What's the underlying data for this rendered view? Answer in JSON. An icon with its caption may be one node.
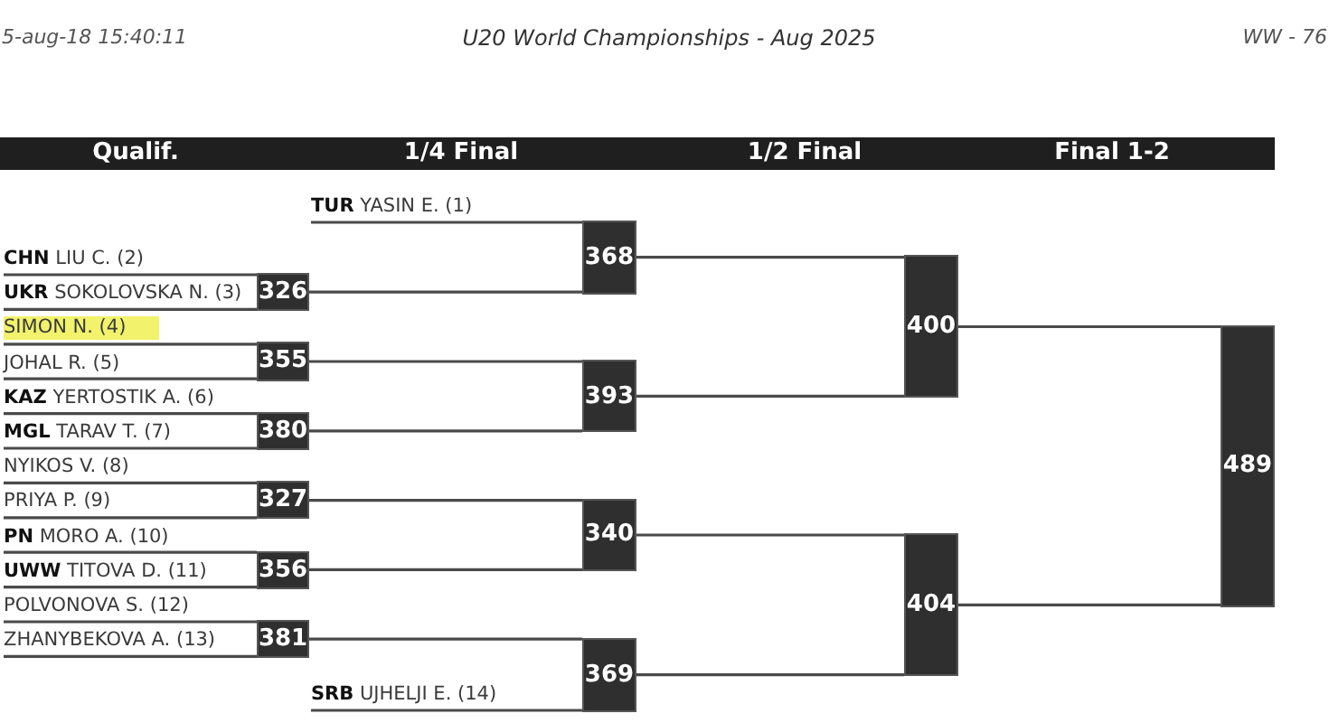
{
  "diagram": {
    "title": "U20 World Championships - Aug 2025",
    "nodes": [
      {
        "text": [
          "**TUR** YASIN E. (1)"
        ]
      },
      {
        "text": [
          "**CHN** LIU C. (2)"
        ]
      },
      {
        "text": [
          "**UKR** SOKOLOVSKA N. (3)"
        ]
      },
      {
        "text": [
          "SIMON N. (4)"
        ]
      },
      {
        "text": [
          "JOHAL R. (5)"
        ]
      },
      {
        "text": [
          "**KAZ** YERTOSTIK A. (6)"
        ]
      },
      {
        "text": [
          "**MGL** TARAV T. (7)"
        ]
      },
      {
        "text": [
          "NYIKOS V. (8)"
        ]
      },
      {
        "text": [
          "PRIYA P. (9)"
        ]
      },
      {
        "text": [
          "**PN** MORO A. (10)"
        ]
      },
      {
        "text": [
          "**UWW** TITOVA D. (11)"
        ]
      },
      {
        "text": [
          "POLVONOVA S. (12)"
        ]
      },
      {
        "text": [
          "ZHANYBEKOVA A. (13)"
        ]
      },
      {
        "text": [
          "**SRB** UJHELJI E. (14)"
        ]
      },
      {
        "text": [
          "326"
        ]
      },
      {
        "text": [
          "355"
        ]
      },
      {
        "text": [
          "380"
        ]
      },
      {
        "text": [
          "327"
        ]
      },
      {
        "text": [
          "356"
        ]
      },
      {
        "text": [
          "381"
        ]
      },
      {
        "text": [
          "368"
        ]
      },
      {
        "text": [
          "393"
        ]
      },
      {
        "text": [
          "340"
        ]
      },
      {
        "text": [
          "369"
        ]
      },
      {
        "text": [
          "400"
        ]
      },
      {
        "text": [
          "404"
        ]
      },
      {
        "text": [
          "489"
        ]
      }
    ],
    "edges": [
      {
        "from": 1,
        "to": 14,
        "arrow": "none"
      },
      {
        "from": 2,
        "to": 14,
        "arrow": "none"
      },
      {
        "from": 3,
        "to": 15,
        "arrow": "none"
      },
      {
        "from": 4,
        "to": 15,
        "arrow": "none"
      },
      {
        "from": 5,
        "to": 16,
        "arrow": "none"
      },
      {
        "from": 6,
        "to": 16,
        "arrow": "none"
      },
      {
        "from": 7,
        "to": 17,
        "arrow": "none"
      },
      {
        "from": 8,
        "to": 17,
        "arrow": "none"
      },
      {
        "from": 9,
        "to": 18,
        "arrow": "none"
      },
      {
        "from": 10,
        "to": 18,
        "arrow": "none"
      },
      {
        "from": 11,
        "to": 19,
        "arrow": "none"
      },
      {
        "from": 12,
        "to": 19,
        "arrow": "none"
      },
      {
        "from": 0,
        "to": 20,
        "arrow": "none"
      },
      {
        "from": 14,
        "to": 20,
        "arrow": "none"
      },
      {
        "from": 15,
        "to": 21,
        "arrow": "none"
      },
      {
        "from": 16,
        "to": 21,
        "arrow": "none"
      },
      {
        "from": 17,
        "to": 22,
        "arrow": "none"
      },
      {
        "from": 18,
        "to": 22,
        "arrow": "none"
      },
      {
        "from": 19,
        "to": 23,
        "arrow": "none"
      },
      {
        "from": 13,
        "to": 23,
        "arrow": "none"
      },
      {
        "from": 20,
        "to": 24,
        "arrow": "none"
      },
      {
        "from": 21,
        "to": 24,
        "arrow": "none"
      },
      {
        "from": 22,
        "to": 25,
        "arrow": "none"
      },
      {
        "from": 23,
        "to": 25,
        "arrow": "none"
      },
      {
        "from": 24,
        "to": 26,
        "arrow": "none"
      },
      {
        "from": 25,
        "to": 26,
        "arrow": "none"
      }
    ],
    "labels": [
      "5-aug-18 15:40:11",
      "WW - 76",
      "Qualif.",
      "1/4 Final",
      "1/2 Final",
      "Final 1-2"
    ]
  }
}
